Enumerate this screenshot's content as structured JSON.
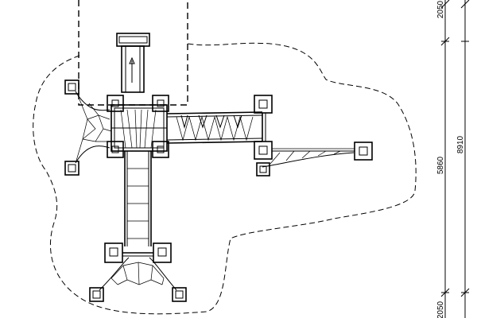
{
  "drawing": {
    "dimensions": {
      "top_segment": "2050",
      "middle_segment": "5860",
      "overall": "8910",
      "bottom_segment": "2050"
    }
  }
}
